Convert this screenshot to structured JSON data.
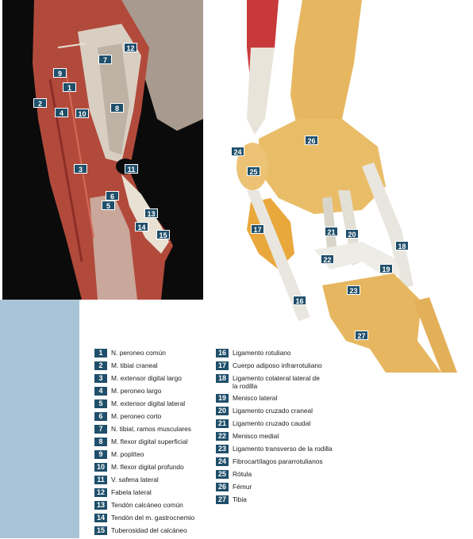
{
  "markers": [
    "1",
    "2",
    "3",
    "4",
    "5",
    "6",
    "7",
    "8",
    "9",
    "10",
    "11",
    "12",
    "13",
    "14",
    "15",
    "16",
    "17",
    "18",
    "19",
    "20",
    "21",
    "22",
    "23",
    "24",
    "25",
    "26",
    "27"
  ],
  "legend_left": [
    {
      "num": "1",
      "label": "N. peroneo común"
    },
    {
      "num": "2",
      "label": "M. tibial craneal"
    },
    {
      "num": "3",
      "label": "M. extensor digital largo"
    },
    {
      "num": "4",
      "label": "M. peroneo largo"
    },
    {
      "num": "5",
      "label": "M. extensor digital lateral"
    },
    {
      "num": "6",
      "label": "M. peroneo corto"
    },
    {
      "num": "7",
      "label": "N. tibial, ramos musculares"
    },
    {
      "num": "8",
      "label": "M. flexor digital superficial"
    },
    {
      "num": "9",
      "label": "M. poplíteo"
    },
    {
      "num": "10",
      "label": "M. flexor digital profundo"
    },
    {
      "num": "11",
      "label": "V. safena lateral"
    },
    {
      "num": "12",
      "label": "Fabela lateral"
    },
    {
      "num": "13",
      "label": "Tendón calcáneo común"
    },
    {
      "num": "14",
      "label": "Tendón del m. gastrocnemio"
    },
    {
      "num": "15",
      "label": "Tuberosidad del calcáneo"
    }
  ],
  "legend_right": [
    {
      "num": "16",
      "label": "Ligamento rotuliano"
    },
    {
      "num": "17",
      "label": "Cuerpo adiposo infrarrotuliano"
    },
    {
      "num": "18",
      "label": "Ligamento colateral lateral de la rodilla"
    },
    {
      "num": "19",
      "label": "Menisco lateral"
    },
    {
      "num": "20",
      "label": "Ligamento cruzado craneal"
    },
    {
      "num": "21",
      "label": "Ligamento cruzado caudal"
    },
    {
      "num": "22",
      "label": "Menisco medial"
    },
    {
      "num": "23",
      "label": "Ligamento transverso de la rodilla"
    },
    {
      "num": "24",
      "label": "Fibrocartílagos pararrotulianos"
    },
    {
      "num": "25",
      "label": "Rótula"
    },
    {
      "num": "26",
      "label": "Fémur"
    },
    {
      "num": "27",
      "label": "Tibia"
    }
  ],
  "colors": {
    "marker_bg": "#1f4f6a",
    "sidebar": "#a9c4d6",
    "photo_bg": "#0b0b0b",
    "bone": "#e6b760",
    "ligament": "#e8e6de"
  }
}
